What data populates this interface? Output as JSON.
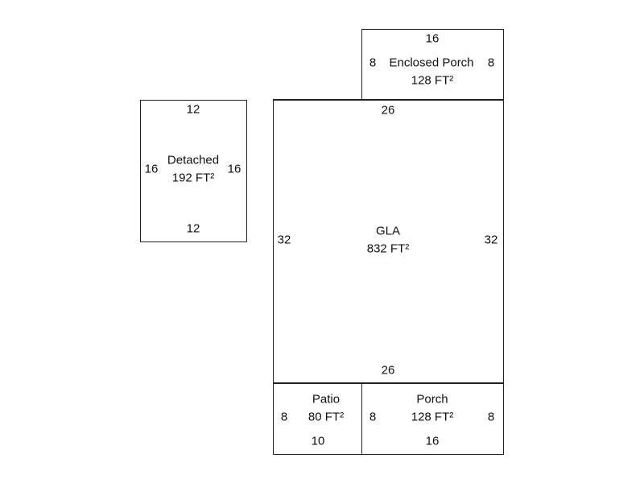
{
  "rooms": {
    "enclosed_porch": {
      "name": "Enclosed Porch",
      "area": "128 FT²",
      "top": "16",
      "left": "8",
      "right": "8"
    },
    "detached": {
      "name": "Detached",
      "area": "192 FT²",
      "top": "12",
      "bottom": "12",
      "left": "16",
      "right": "16"
    },
    "gla": {
      "name": "GLA",
      "area": "832 FT²",
      "top": "26",
      "bottom": "26",
      "left": "32",
      "right": "32"
    },
    "patio": {
      "name": "Patio",
      "area": "80 FT²",
      "left": "8",
      "bottom": "10"
    },
    "porch": {
      "name": "Porch",
      "area": "128 FT²",
      "left": "8",
      "right": "8",
      "bottom": "16"
    }
  }
}
